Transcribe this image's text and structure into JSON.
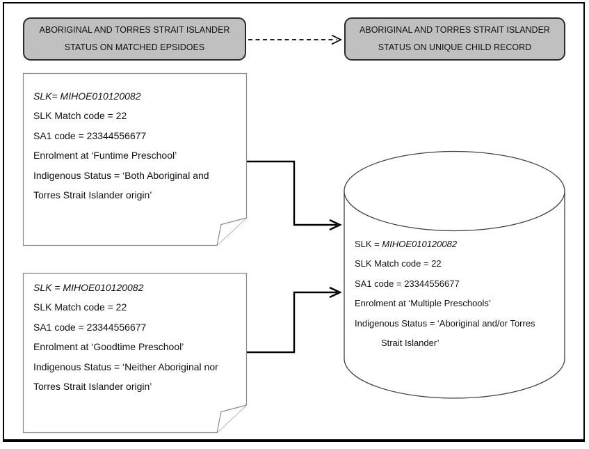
{
  "headers": {
    "left": {
      "line1": "ABORIGINAL AND TORRES STRAIT ISLANDER",
      "line2": "STATUS ON MATCHED EPSIDOES"
    },
    "right": {
      "line1": "ABORIGINAL AND TORRES STRAIT ISLANDER",
      "line2": "STATUS ON UNIQUE CHILD RECORD"
    }
  },
  "episode1": {
    "slk": "SLK= MIHOE010120082",
    "match_code": "SLK Match code = 22",
    "sa1": "SA1 code = 23344556677",
    "enrolment": "Enrolment at ‘Funtime Preschool’",
    "indigenous_1": "Indigenous Status = ‘Both Aboriginal and",
    "indigenous_2": "Torres Strait Islander origin’"
  },
  "episode2": {
    "slk": "SLK = MIHOE010120082",
    "match_code": "SLK Match code = 22",
    "sa1": "SA1 code = 23344556677",
    "enrolment": "Enrolment at ‘Goodtime Preschool’",
    "indigenous_1": "Indigenous Status = ‘Neither Aboriginal nor",
    "indigenous_2": "Torres Strait Islander origin’"
  },
  "child_record": {
    "slk_label": "SLK = ",
    "slk_value": "MIHOE010120082",
    "match_code": "SLK Match code = 22",
    "sa1": "SA1 code = 23344556677",
    "enrolment": "Enrolment at ‘Multiple Preschools’",
    "indigenous_1": "Indigenous Status = ‘Aboriginal and/or Torres",
    "indigenous_2": "Strait Islander’"
  },
  "colors": {
    "header_fill": "#c0c0c0",
    "header_border": "#2b2b2b",
    "connector": "#000000",
    "document_border": "#8a8a8a",
    "cylinder_border": "#404040"
  }
}
